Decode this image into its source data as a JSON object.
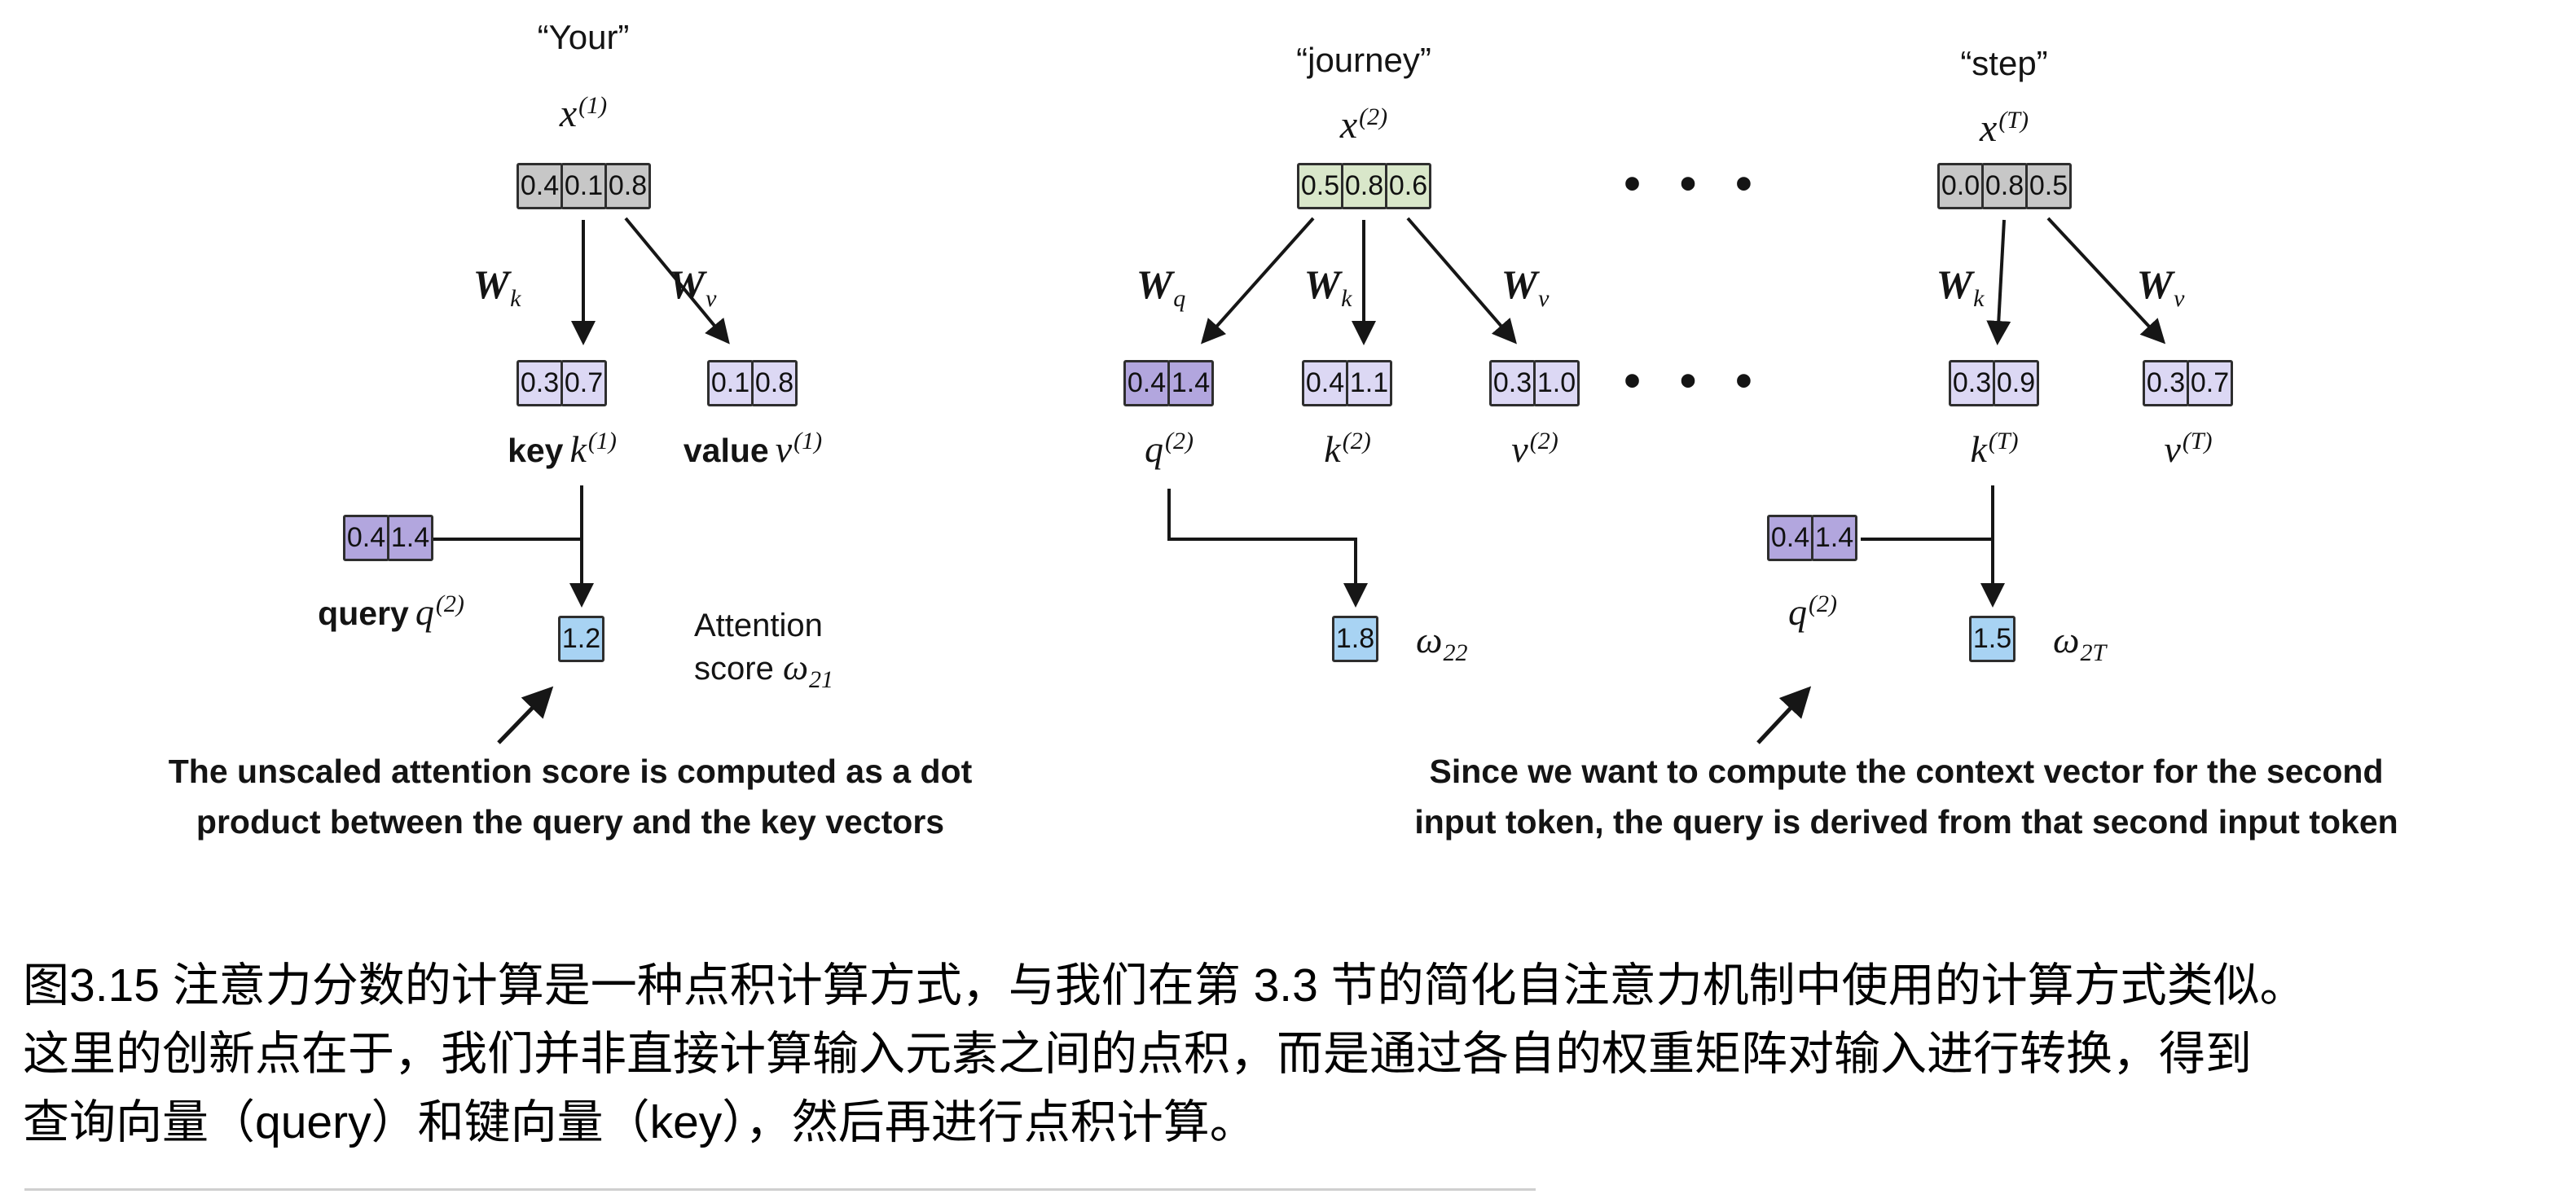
{
  "colors": {
    "box_gray": "#c7c7c7",
    "box_green": "#d9e7ca",
    "box_lavender": "#dcd8f4",
    "box_purple": "#b2a6de",
    "box_blue": "#a8d3f3",
    "line": "#161616"
  },
  "col1": {
    "token": "“Your”",
    "x": {
      "base": "x",
      "sup": "(1)"
    },
    "inputs": [
      "0.4",
      "0.1",
      "0.8"
    ],
    "w_k": {
      "base": "W",
      "sub": "k"
    },
    "w_v": {
      "base": "W",
      "sub": "v"
    },
    "key": {
      "prefix": "key",
      "base": "k",
      "sup": "(1)",
      "values": [
        "0.3",
        "0.7"
      ]
    },
    "value": {
      "prefix": "value",
      "base": "v",
      "sup": "(1)",
      "values": [
        "0.1",
        "0.8"
      ]
    },
    "query": {
      "prefix": "query",
      "base": "q",
      "sup": "(2)",
      "values": [
        "0.4",
        "1.4"
      ]
    },
    "score": {
      "value": "1.2",
      "line1": "Attention",
      "line2": "score ",
      "omega": "ω",
      "sub": "21"
    },
    "annotation": {
      "lines": [
        "The unscaled attention score is computed as a dot",
        "product between the query and the key vectors"
      ]
    }
  },
  "col2": {
    "token": "“journey”",
    "x": {
      "base": "x",
      "sup": "(2)"
    },
    "inputs": [
      "0.5",
      "0.8",
      "0.6"
    ],
    "w_q": {
      "base": "W",
      "sub": "q"
    },
    "w_k": {
      "base": "W",
      "sub": "k"
    },
    "w_v": {
      "base": "W",
      "sub": "v"
    },
    "q": {
      "base": "q",
      "sup": "(2)",
      "values": [
        "0.4",
        "1.4"
      ]
    },
    "k": {
      "base": "k",
      "sup": "(2)",
      "values": [
        "0.4",
        "1.1"
      ]
    },
    "v": {
      "base": "v",
      "sup": "(2)",
      "values": [
        "0.3",
        "1.0"
      ]
    },
    "score": {
      "value": "1.8",
      "omega": "ω",
      "sub": "22"
    }
  },
  "col3": {
    "token": "“step”",
    "x": {
      "base": "x",
      "sup": "(T)"
    },
    "inputs": [
      "0.0",
      "0.8",
      "0.5"
    ],
    "w_k": {
      "base": "W",
      "sub": "k"
    },
    "w_v": {
      "base": "W",
      "sub": "v"
    },
    "k": {
      "base": "k",
      "sup": "(T)",
      "values": [
        "0.3",
        "0.9"
      ]
    },
    "v": {
      "base": "v",
      "sup": "(T)",
      "values": [
        "0.3",
        "0.7"
      ]
    },
    "q": {
      "base": "q",
      "sup": "(2)",
      "values": [
        "0.4",
        "1.4"
      ]
    },
    "score": {
      "value": "1.5",
      "omega": "ω",
      "sub": "2T"
    },
    "annotation": {
      "lines": [
        "Since we want to compute the context vector for the second",
        "input token, the query is derived from that second input token"
      ]
    }
  },
  "ellipsis": "• • •",
  "caption": {
    "lines": [
      "图3.15 注意力分数的计算是一种点积计算方式，与我们在第 3.3 节的简化自注意力机制中使用的计算方式类似。",
      "这里的创新点在于，我们并非直接计算输入元素之间的点积，而是通过各自的权重矩阵对输入进行转换，得到",
      "查询向量（query）和键向量（key），然后再进行点积计算。"
    ]
  }
}
